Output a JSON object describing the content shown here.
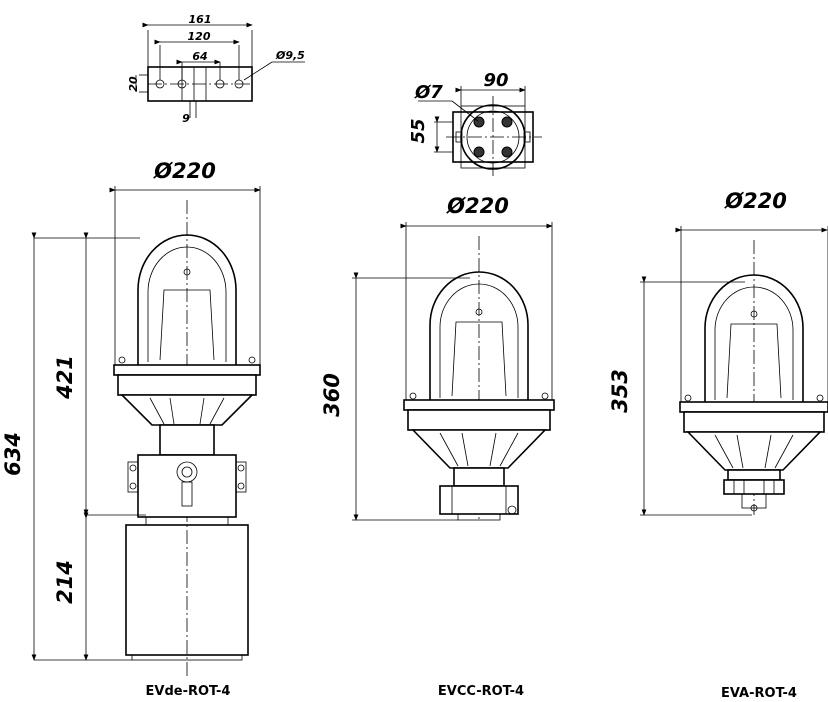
{
  "mounting_detail": {
    "dim_161": "161",
    "dim_120": "120",
    "dim_64": "64",
    "dim_hole": "Ø9,5",
    "dim_20": "20",
    "dim_9": "9"
  },
  "flange_detail": {
    "dim_90": "90",
    "dim_hole": "Ø7",
    "dim_55": "55"
  },
  "lamps": [
    {
      "model": "EVde-ROT-4",
      "diameter": "Ø220",
      "height_total": "634",
      "height_top": "421",
      "height_bottom": "214"
    },
    {
      "model": "EVCC-ROT-4",
      "diameter": "Ø220",
      "height": "360"
    },
    {
      "model": "EVA-ROT-4",
      "diameter": "Ø220",
      "height": "353"
    }
  ],
  "colors": {
    "line": "#000000",
    "background": "#ffffff"
  }
}
